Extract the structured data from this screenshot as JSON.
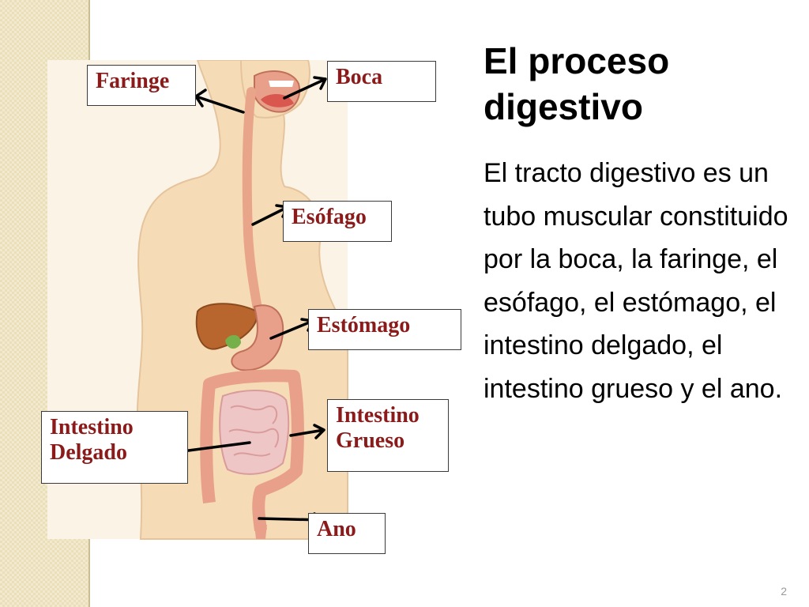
{
  "slide": {
    "title": "El proceso\ndigestivo",
    "body": "El tracto digestivo es un tubo muscular constituido  por la boca, la faringe, el esófago, el estómago, el intestino delgado, el intestino grueso y el ano.",
    "page_number": "2"
  },
  "labels": {
    "faringe": "Faringe",
    "boca": "Boca",
    "esofago": "Esófago",
    "estomago": "Estómago",
    "intestino_delgado": "Intestino\nDelgado",
    "intestino_grueso": "Intestino\nGrueso",
    "ano": "Ano"
  },
  "colors": {
    "label_text": "#8b1a1a",
    "skin": "#f6dcb6",
    "esophagus": "#e9a58a",
    "liver": "#b8662d",
    "small_intestine": "#efc6c6",
    "large_intestine": "#e8a08a",
    "side_strip": "#eadfb7"
  }
}
